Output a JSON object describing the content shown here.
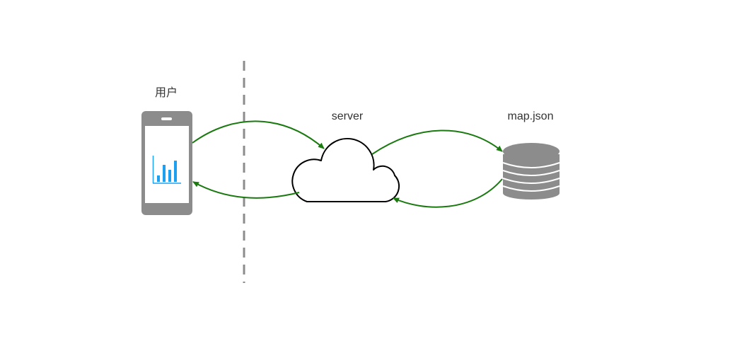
{
  "nodes": {
    "user": {
      "label": "用户"
    },
    "server": {
      "label": "server"
    },
    "database": {
      "label": "map.json"
    }
  },
  "icons": {
    "user": "phone-chart-icon",
    "server": "cloud-icon",
    "database": "database-icon"
  },
  "colors": {
    "arrow": "#1a7a10",
    "phone": "#8c8c8c",
    "chart": "#1ea0f0",
    "divider": "#8c8c8c",
    "cloud_stroke": "#000000",
    "database": "#8c8c8c"
  }
}
